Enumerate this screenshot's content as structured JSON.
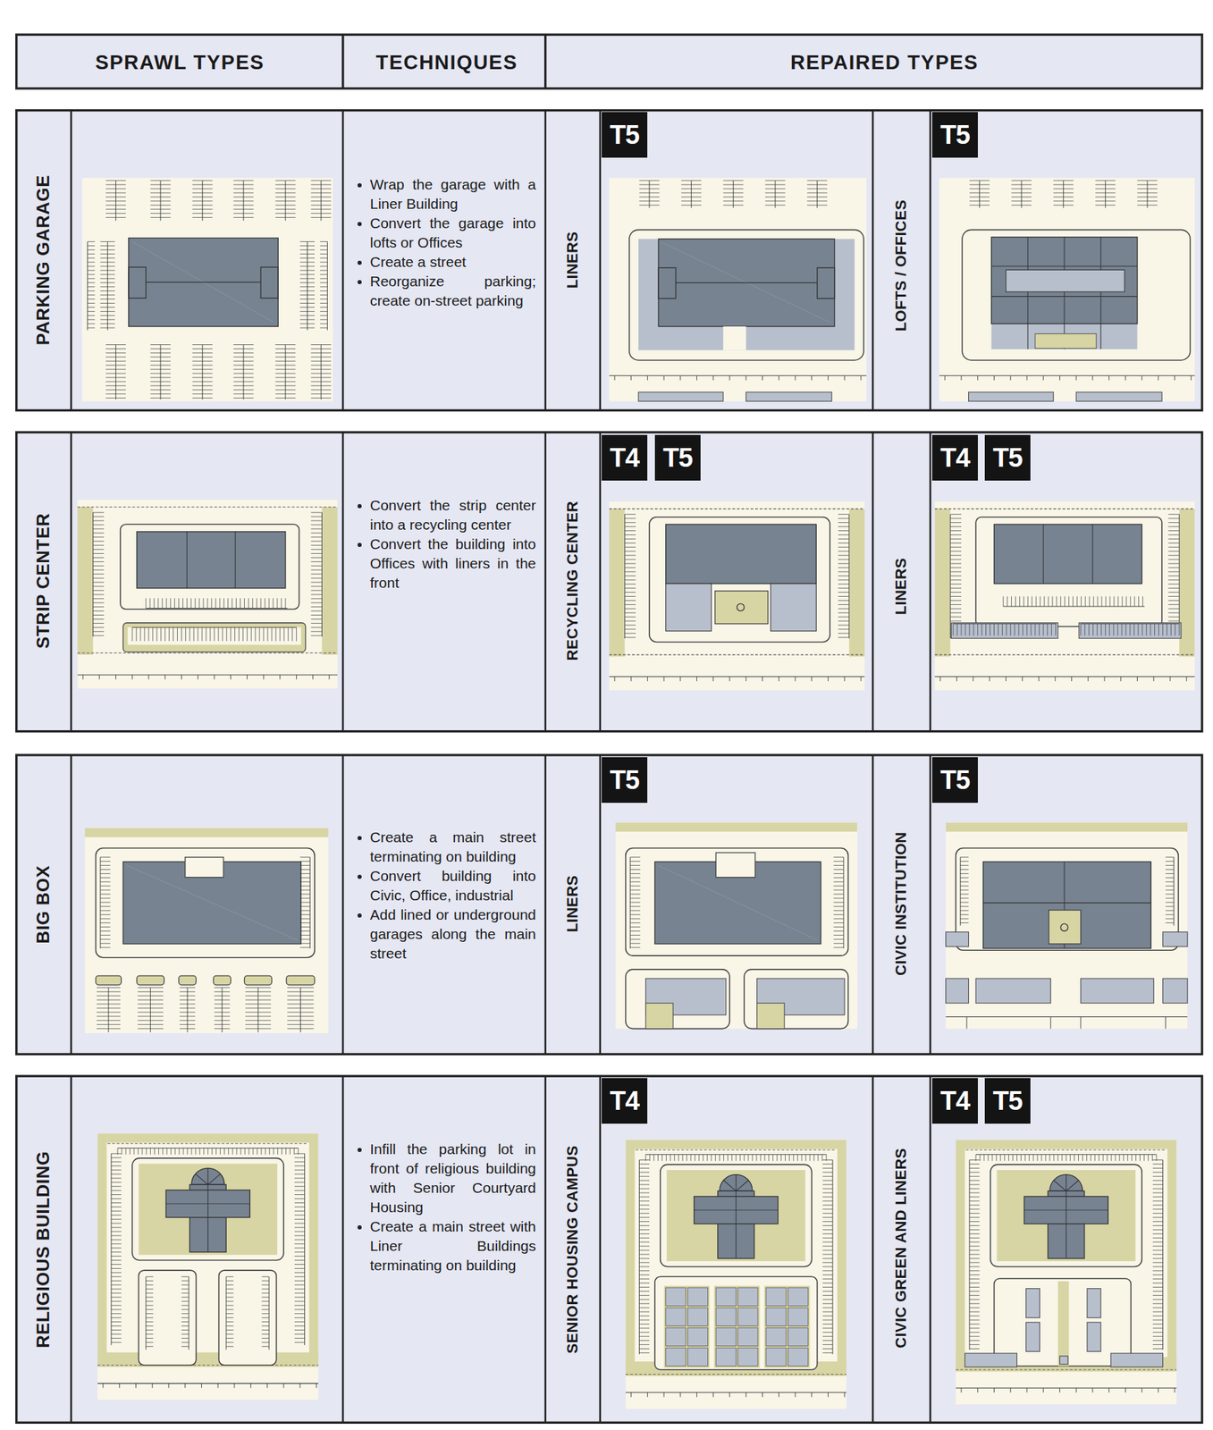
{
  "diagram": {
    "nodes": [
      {
        "text": [
          "T5"
        ]
      },
      {
        "text": [
          "T5"
        ]
      },
      {
        "text": [
          "T4"
        ]
      },
      {
        "text": [
          "T5"
        ]
      },
      {
        "text": [
          "T4"
        ]
      },
      {
        "text": [
          "T5"
        ]
      },
      {
        "text": [
          "T5"
        ]
      },
      {
        "text": [
          "T5"
        ]
      },
      {
        "text": [
          "T4"
        ]
      },
      {
        "text": [
          "T4"
        ]
      },
      {
        "text": [
          "T5"
        ]
      }
    ],
    "labels": [
      "SPRAWL TYPES",
      "TECHNIQUES",
      "REPAIRED TYPES",
      "PARKING GARAGE",
      "Wrap the garage with a Liner Building",
      "Convert the garage into lofts or Offices",
      "Create a street",
      "Reorganize parking; create on-street parking",
      "LINERS",
      "LOFTS / OFFICES",
      "STRIP CENTER",
      "Convert the strip center into a recycling center",
      "Convert the building into Offices with liners in the front",
      "RECYCLING CENTER",
      "LINERS",
      "BIG BOX",
      "Create a main street terminating on building",
      "Convert building into Civic, Office, industrial",
      "Add lined or underground garages along the main street",
      "LINERS",
      "CIVIC INSTITUTION",
      "RELIGIOUS BUILDING",
      "Infill the parking lot in front of religious building with Senior Courtyard Housing",
      "Create a main street with Liner Buildings terminating on building",
      "SENIOR HOUSING CAMPUS",
      "CIVIC GREEN AND LINERS"
    ]
  }
}
